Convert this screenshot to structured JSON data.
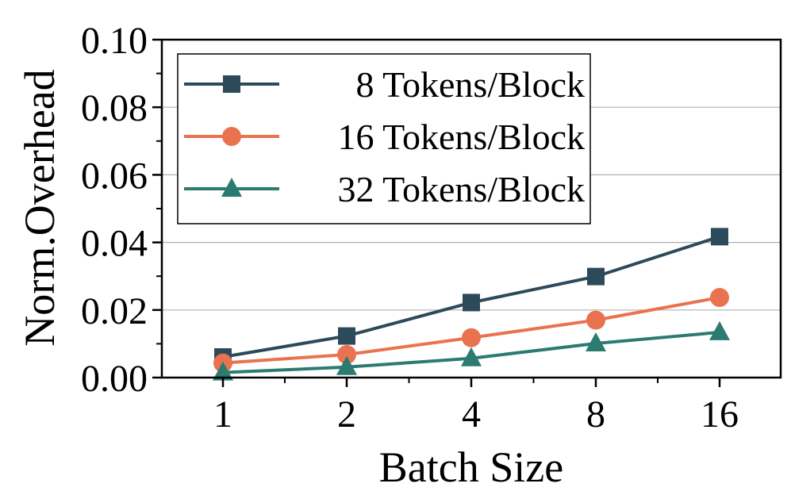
{
  "chart_data": {
    "type": "line",
    "categories": [
      "1",
      "2",
      "4",
      "8",
      "16"
    ],
    "xlabel": "Batch Size",
    "ylabel": "Norm.Overhead",
    "ylim": [
      0,
      0.1
    ],
    "y_ticks": [
      "0.00",
      "0.02",
      "0.04",
      "0.06",
      "0.08",
      "0.10"
    ],
    "grid": "horizontal",
    "legend_position": "top-left",
    "series": [
      {
        "name": "8 Tokens/Block",
        "values": [
          0.0061,
          0.0123,
          0.0222,
          0.0299,
          0.0417
        ],
        "color": "#2d4a5a",
        "marker": "square"
      },
      {
        "name": "16 Tokens/Block",
        "values": [
          0.0043,
          0.0068,
          0.0118,
          0.017,
          0.0237
        ],
        "color": "#e9734f",
        "marker": "circle"
      },
      {
        "name": "32 Tokens/Block",
        "values": [
          0.0015,
          0.0031,
          0.0057,
          0.0101,
          0.0134
        ],
        "color": "#2b7b70",
        "marker": "triangle"
      }
    ]
  }
}
